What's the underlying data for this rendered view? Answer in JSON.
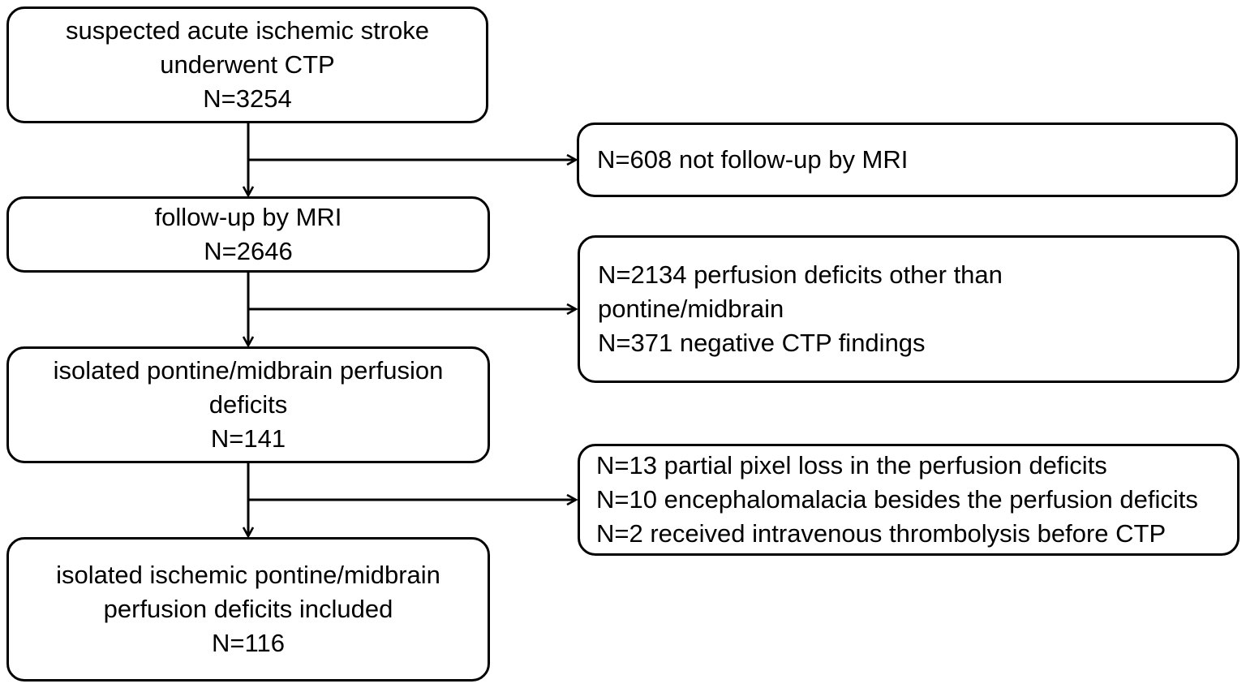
{
  "flowchart": {
    "main_boxes": [
      {
        "lines": [
          "suspected acute ischemic stroke",
          "underwent CTP",
          "N=3254"
        ]
      },
      {
        "lines": [
          "follow-up by MRI",
          "N=2646"
        ]
      },
      {
        "lines": [
          "isolated pontine/midbrain perfusion",
          "deficits",
          "N=141"
        ]
      },
      {
        "lines": [
          "isolated ischemic pontine/midbrain",
          "perfusion deficits included",
          "N=116"
        ]
      }
    ],
    "exclusion_boxes": [
      {
        "lines": [
          "N=608 not follow-up by MRI"
        ]
      },
      {
        "lines": [
          "N=2134 perfusion deficits other than",
          "pontine/midbrain",
          "N=371 negative CTP findings"
        ]
      },
      {
        "lines": [
          "N=13 partial pixel loss in the perfusion deficits",
          "N=10 encephalomalacia besides the perfusion deficits",
          "N=2 received intravenous thrombolysis before  CTP"
        ]
      }
    ]
  }
}
